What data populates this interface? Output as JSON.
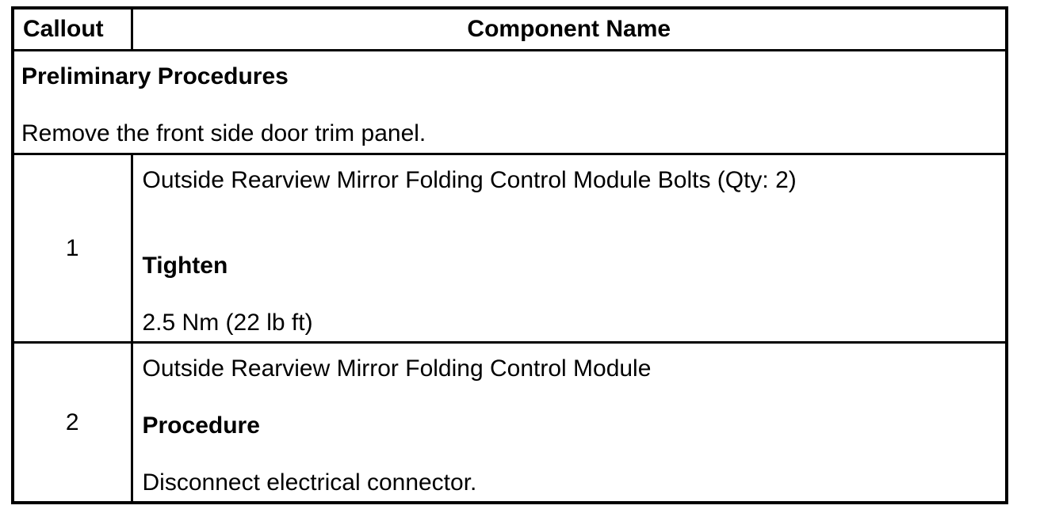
{
  "table": {
    "headers": {
      "callout": "Callout",
      "component": "Component Name"
    },
    "preliminary": {
      "title": "Preliminary Procedures",
      "instruction": "Remove the front side door trim panel."
    },
    "rows": [
      {
        "callout": "1",
        "component": "Outside Rearview Mirror Folding Control Module Bolts (Qty: 2)",
        "action_heading": "Tighten",
        "action_detail": "2.5 Nm (22 lb ft)"
      },
      {
        "callout": "2",
        "component": "Outside Rearview Mirror Folding Control Module",
        "action_heading": "Procedure",
        "action_detail": "Disconnect electrical connector."
      }
    ]
  },
  "colors": {
    "text": "#000000",
    "border": "#000000",
    "background": "#ffffff"
  }
}
